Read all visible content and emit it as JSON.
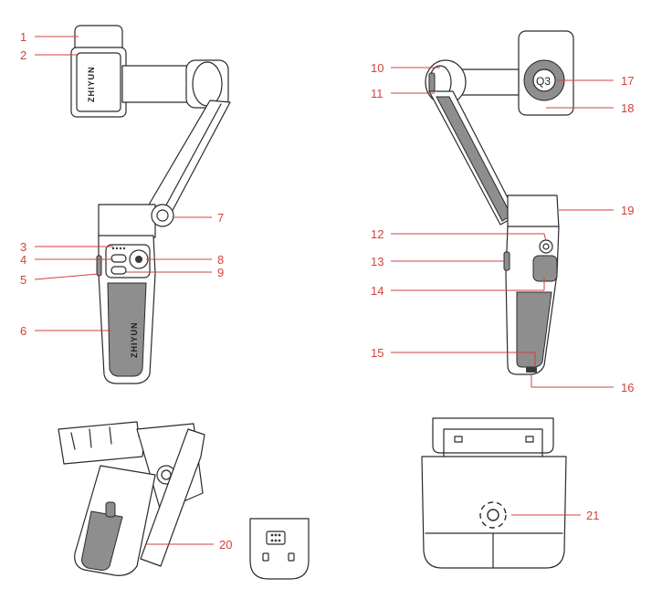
{
  "brand_text": "ZHIYUN",
  "q3_text": "Q3",
  "accent_color": "#d0423e",
  "callouts": {
    "c1": "1",
    "c2": "2",
    "c3": "3",
    "c4": "4",
    "c5": "5",
    "c6": "6",
    "c7": "7",
    "c8": "8",
    "c9": "9",
    "c10": "10",
    "c11": "11",
    "c12": "12",
    "c13": "13",
    "c14": "14",
    "c15": "15",
    "c16": "16",
    "c17": "17",
    "c18": "18",
    "c19": "19",
    "c20": "20",
    "c21": "21"
  }
}
